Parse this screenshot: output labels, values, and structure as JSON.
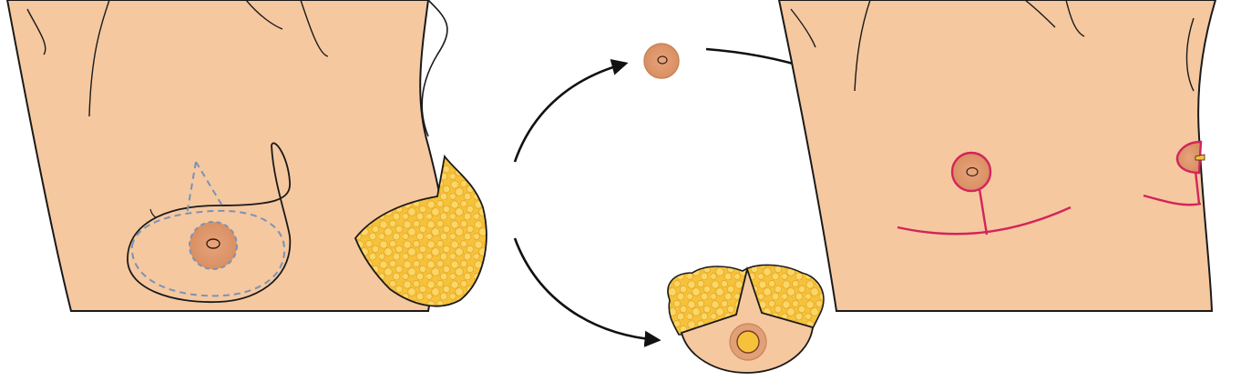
{
  "colors": {
    "skin": "#f5c8a0",
    "skin_shade": "#eebb8f",
    "areola": "#d98f63",
    "areola_light": "#e7a37b",
    "nipple_outline": "#7a3e25",
    "fat": "#f6c23b",
    "fat_light": "#fbd767",
    "fat_cell": "#e8a928",
    "incision_line": "#d4245a",
    "marking_line": "#7a93b4",
    "outline": "#1a1a1a",
    "arrow": "#111111"
  },
  "panels": [
    {
      "id": "preoperative-torso-markings",
      "icons": [
        "torso-icon",
        "breast-icon",
        "areola-icon",
        "dashed-marking-icon"
      ]
    },
    {
      "id": "resected-breast-tissue",
      "icons": [
        "fat-tissue-icon"
      ]
    },
    {
      "id": "nipple-areola-graft",
      "icons": [
        "areola-icon"
      ]
    },
    {
      "id": "dermal-flap-specimen",
      "icons": [
        "fat-tissue-icon",
        "areola-icon"
      ]
    },
    {
      "id": "postoperative-torso",
      "icons": [
        "torso-icon",
        "areola-icon",
        "incision-icon"
      ]
    }
  ],
  "arrows": [
    {
      "id": "arrow-to-graft",
      "icon": "curved-arrow-icon"
    },
    {
      "id": "arrow-to-flap",
      "icon": "curved-arrow-icon"
    },
    {
      "id": "arrow-graft-to-chest",
      "icon": "curved-arrow-icon"
    }
  ]
}
